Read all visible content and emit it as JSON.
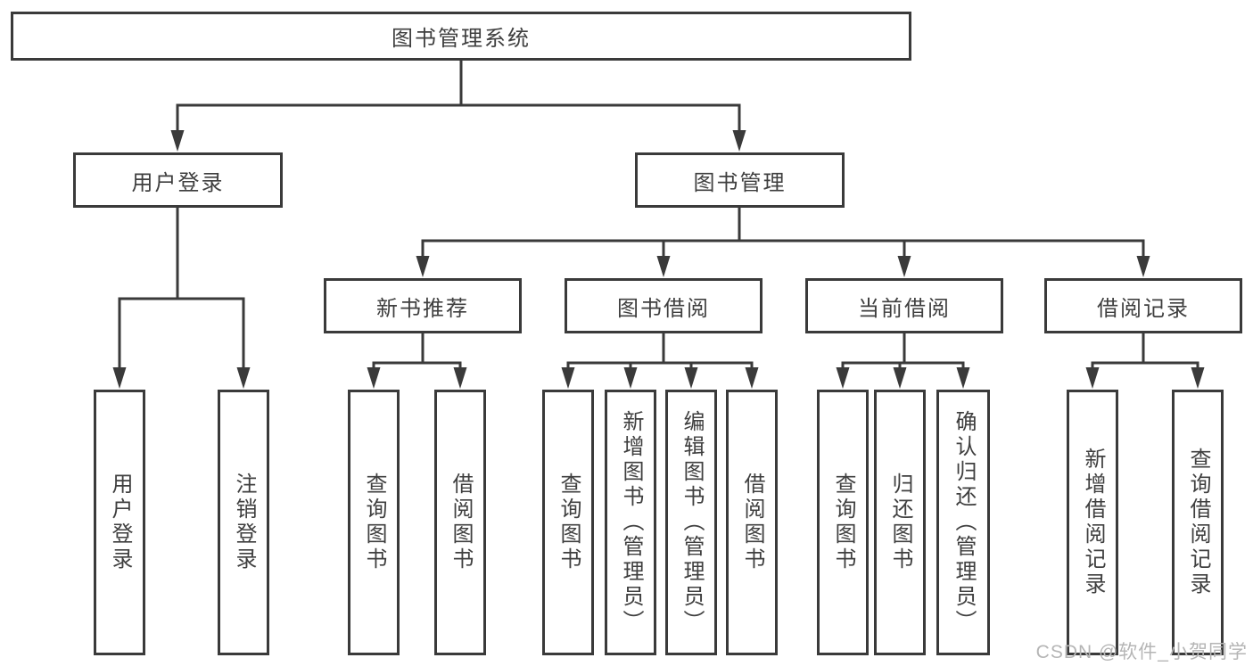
{
  "diagram": {
    "root": {
      "label": "图书管理系统"
    },
    "branches": [
      {
        "label": "用户登录",
        "children": [
          {
            "label": "用户登录"
          },
          {
            "label": "注销登录"
          }
        ]
      },
      {
        "label": "图书管理",
        "children": [
          {
            "label": "新书推荐",
            "children": [
              {
                "label": "查询图书"
              },
              {
                "label": "借阅图书"
              }
            ]
          },
          {
            "label": "图书借阅",
            "children": [
              {
                "label": "查询图书"
              },
              {
                "label": "新增图书（管理员）"
              },
              {
                "label": "编辑图书（管理员）"
              },
              {
                "label": "借阅图书"
              }
            ]
          },
          {
            "label": "当前借阅",
            "children": [
              {
                "label": "查询图书"
              },
              {
                "label": "归还图书"
              },
              {
                "label": "确认归还（管理员）"
              }
            ]
          },
          {
            "label": "借阅记录",
            "children": [
              {
                "label": "新增借阅记录"
              },
              {
                "label": "查询借阅记录"
              }
            ]
          }
        ]
      }
    ]
  },
  "watermark": {
    "text": "CSDN @软件_小贺同学"
  },
  "colors": {
    "line": "#3a3a3a",
    "text": "#3f3f3f",
    "watermark": "#b5b5b5",
    "background": "#ffffff"
  }
}
